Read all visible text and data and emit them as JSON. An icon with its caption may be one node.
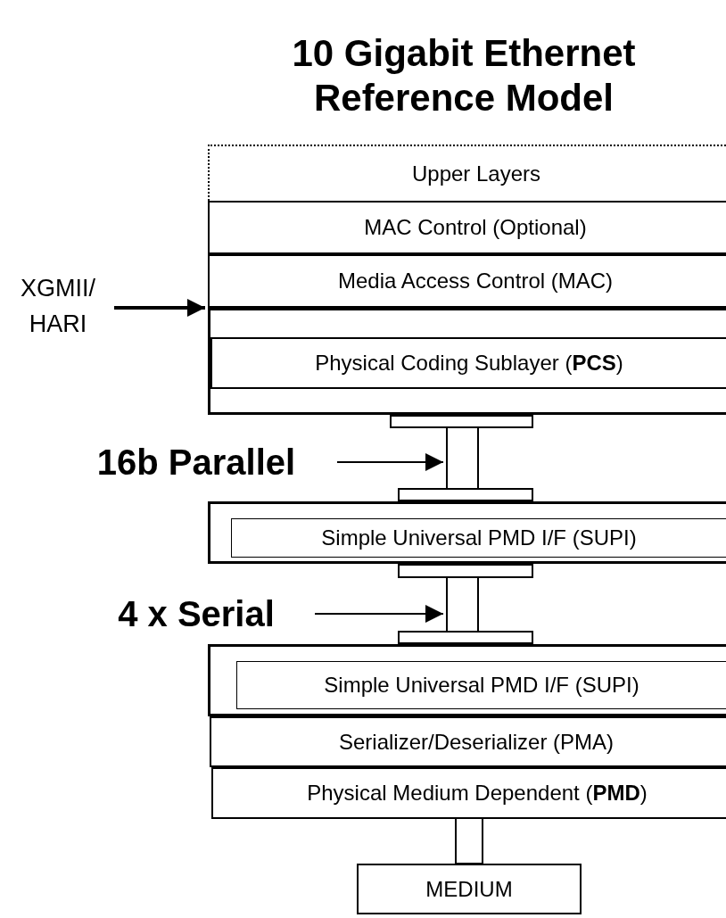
{
  "diagram": {
    "title": "10 Gigabit Ethernet Reference Model",
    "nodes": [
      {
        "text": [
          "Upper Layers"
        ]
      },
      {
        "text": [
          "MAC Control (Optional)"
        ]
      },
      {
        "text": [
          "Media Access Control (MAC)"
        ]
      },
      {
        "text": [
          "XGMII/ HARI"
        ]
      },
      {
        "text": [],
        "shape": "box"
      },
      {
        "text": [
          "Physical Coding Sublayer (**PCS**)"
        ],
        "in": 4
      },
      {
        "text": [],
        "shape": "bar"
      },
      {
        "text": [
          "16b Parallel"
        ]
      },
      {
        "text": [],
        "shape": "bar"
      },
      {
        "text": [],
        "shape": "bar"
      },
      {
        "text": [],
        "shape": "box"
      },
      {
        "text": [
          "Simple Universal PMD I/F (SUPI)"
        ],
        "in": 10
      },
      {
        "text": [],
        "shape": "bar"
      },
      {
        "text": [
          "4 x Serial"
        ]
      },
      {
        "text": [],
        "shape": "bar"
      },
      {
        "text": [],
        "shape": "bar"
      },
      {
        "text": [],
        "shape": "box"
      },
      {
        "text": [
          "Simple Universal PMD I/F (SUPI)"
        ],
        "in": 16
      },
      {
        "text": [
          "Serializer/Deserializer (PMA)"
        ]
      },
      {
        "text": [
          "Physical Medium Dependent (**PMD**)"
        ]
      },
      {
        "text": [
          "MEDIUM"
        ]
      }
    ],
    "edges": [
      {
        "from": 3,
        "to": 4,
        "arrow": "to",
        "style": "thick"
      },
      {
        "from": 7,
        "to": 8,
        "arrow": "to"
      },
      {
        "from": 13,
        "to": 14,
        "arrow": "to"
      },
      {
        "from": 19,
        "to": 20,
        "arrow": "none"
      }
    ]
  }
}
